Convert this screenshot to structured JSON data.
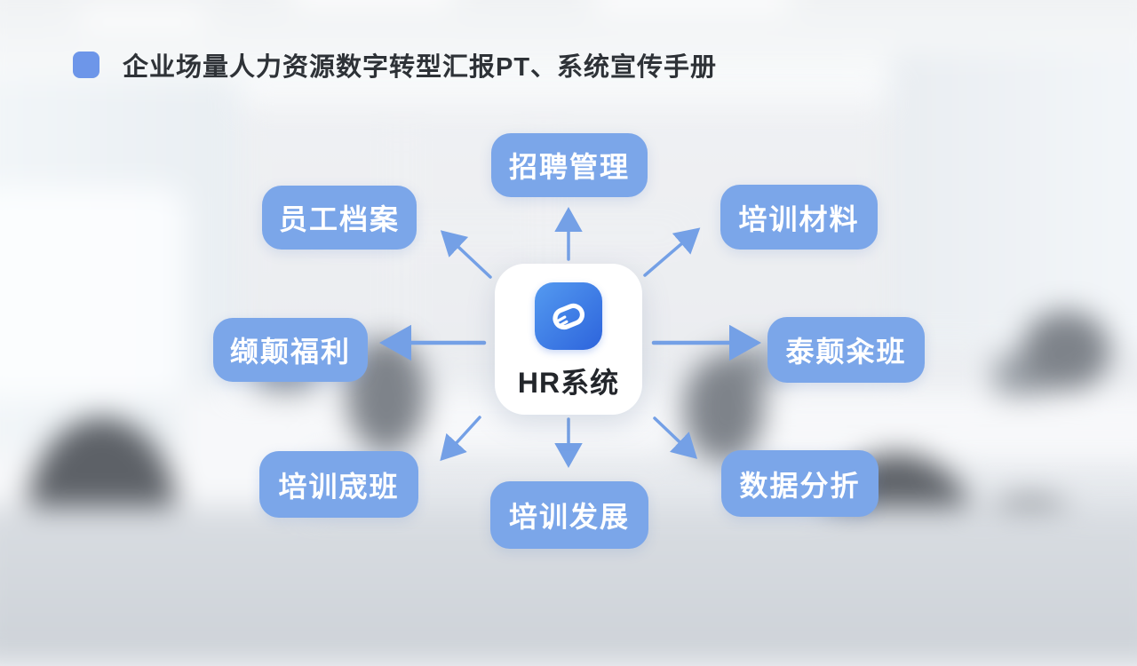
{
  "title": {
    "text": "企业场量人力资源数字转型汇报PT、系统宣传手册"
  },
  "colors": {
    "accent": "#6d96e9",
    "label_bg": "#7ba6e9",
    "label_text": "#ffffff",
    "arrow": "#74a0e6",
    "center_bg": "#ffffff",
    "icon_grad_a": "#549af0",
    "icon_grad_b": "#2d64dc",
    "title_text": "#2e3237"
  },
  "center": {
    "label": "HR系统",
    "icon": "hr-app-icon"
  },
  "nodes": [
    {
      "id": "recruitment-management",
      "label": "招聘管理",
      "position": "top"
    },
    {
      "id": "employee-files",
      "label": "员工档案",
      "position": "top-left"
    },
    {
      "id": "training-materials",
      "label": "培训材料",
      "position": "top-right"
    },
    {
      "id": "compensation-benefits",
      "label": "缬颠福利",
      "position": "left"
    },
    {
      "id": "attendance-scheduling",
      "label": "泰颠籴班",
      "position": "right"
    },
    {
      "id": "training-class",
      "label": "培训宬班",
      "position": "bottom-left"
    },
    {
      "id": "training-development",
      "label": "培训发展",
      "position": "bottom"
    },
    {
      "id": "data-analysis",
      "label": "数据分折",
      "position": "bottom-right"
    }
  ]
}
